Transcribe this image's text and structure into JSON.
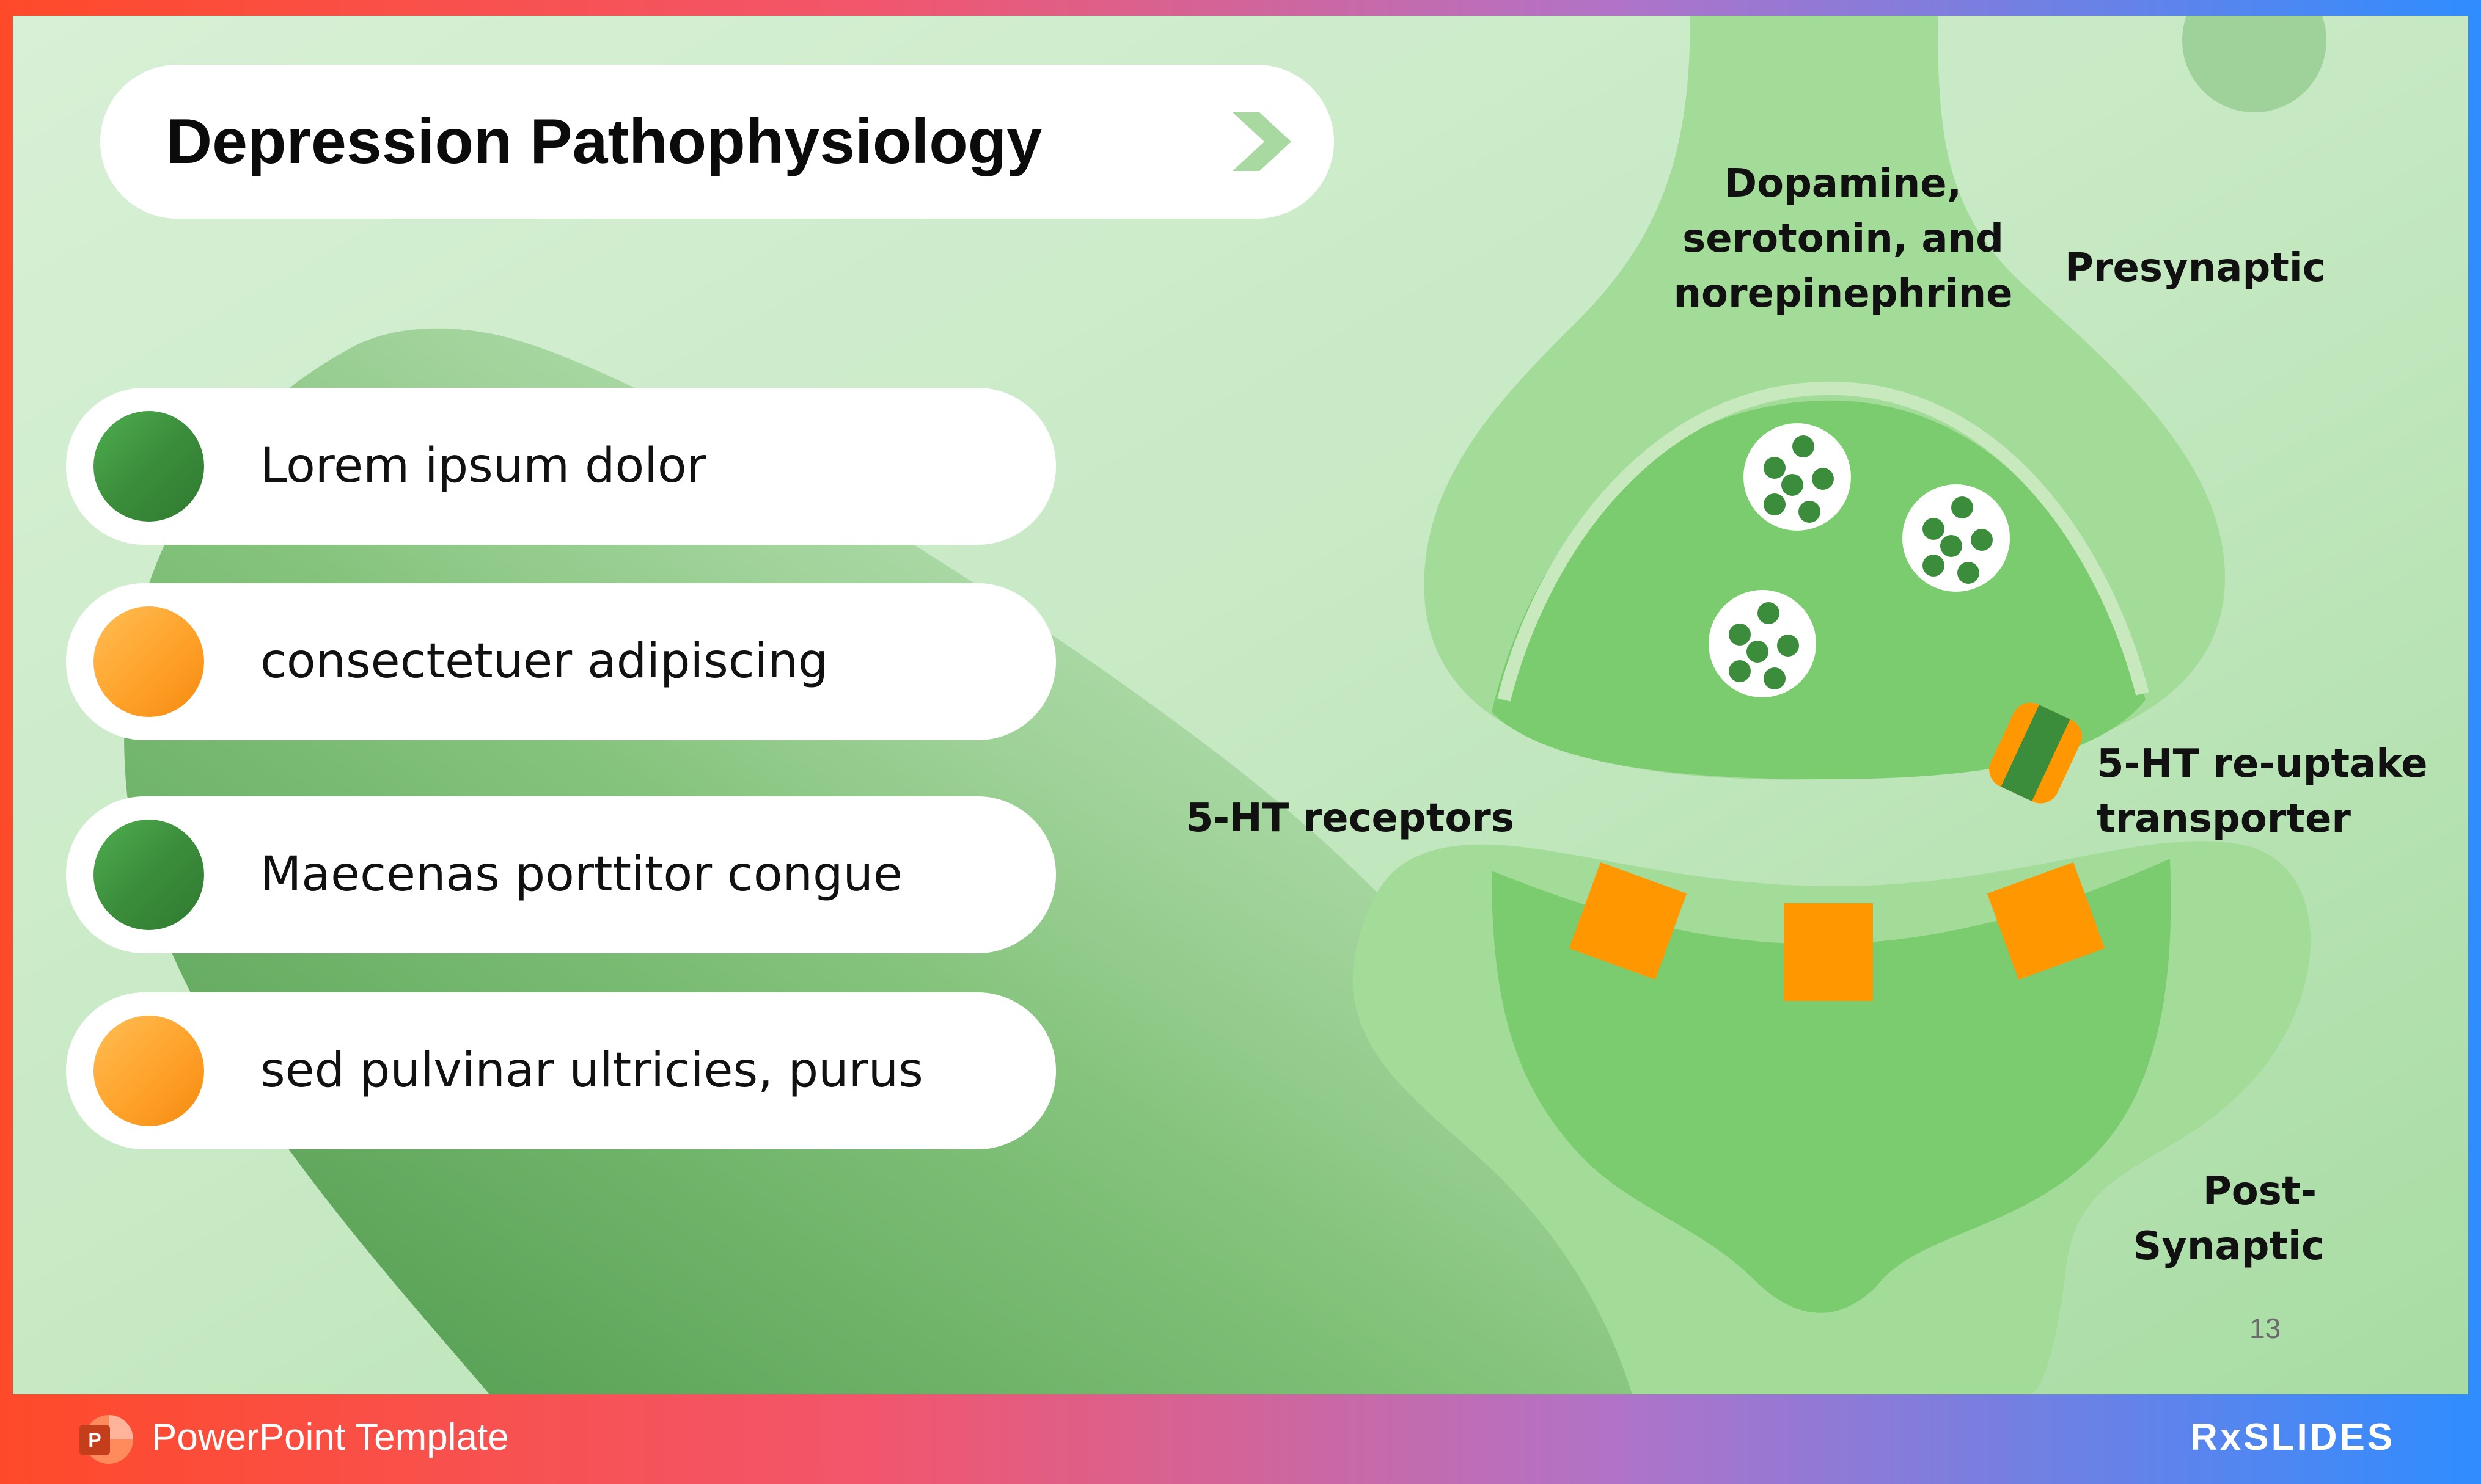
{
  "slide": {
    "title": "Depression Pathophysiology",
    "page_number": "13"
  },
  "list": {
    "items": [
      {
        "label": "Lorem ipsum dolor",
        "color": "green"
      },
      {
        "label": "consectetuer adipiscing",
        "color": "orange"
      },
      {
        "label": "Maecenas porttitor congue",
        "color": "green"
      },
      {
        "label": "sed pulvinar ultricies, purus",
        "color": "orange"
      }
    ]
  },
  "diagram": {
    "neurotransmitters_line1": "Dopamine,",
    "neurotransmitters_line2": "serotonin, and",
    "neurotransmitters_line3": "norepinephrine",
    "presynaptic": "Presynaptic",
    "receptors": "5-HT receptors",
    "transporter_line1": "5-HT re-uptake",
    "transporter_line2": "transporter",
    "postsynaptic_line1": "Post-",
    "postsynaptic_line2": "Synaptic"
  },
  "footer": {
    "label": "PowerPoint Template",
    "brand": "RxSLIDES"
  },
  "colors": {
    "green": "#3b8d3b",
    "orange": "#ff9800",
    "light_green": "#cfeccf",
    "neuron_green": "#7bcc6e"
  },
  "icons": [
    "chevron-right-icon",
    "powerpoint-icon",
    "rxslides-logo"
  ]
}
